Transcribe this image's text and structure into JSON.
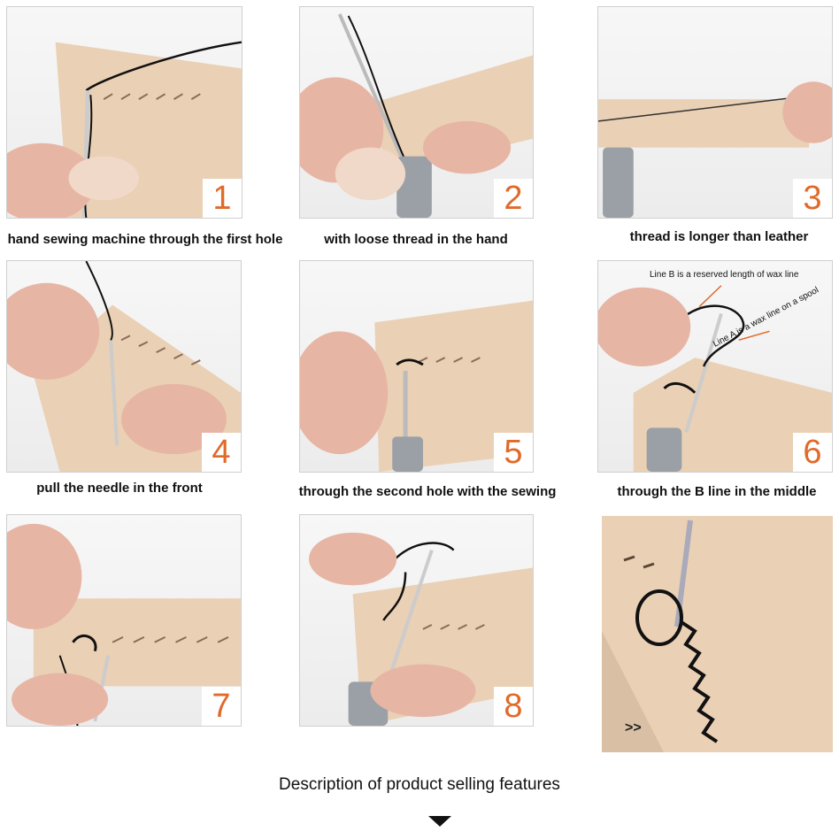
{
  "steps": [
    {
      "number": "1",
      "caption": "hand sewing machine  through the first hole"
    },
    {
      "number": "2",
      "caption": "with loose thread in the hand"
    },
    {
      "number": "3",
      "caption": "thread is longer than leather"
    },
    {
      "number": "4",
      "caption": "pull the needle in the front"
    },
    {
      "number": "5",
      "caption": "through the second hole with the sewing"
    },
    {
      "number": "6",
      "caption": "through the B line in the middle"
    },
    {
      "number": "7",
      "caption": ""
    },
    {
      "number": "8",
      "caption": ""
    }
  ],
  "annotations": {
    "line_b": "Line B is a reserved length of wax line",
    "line_a": "Line A is a wax line on a spool"
  },
  "panel9_marker": ">>",
  "footer": {
    "title": "Description of product selling features"
  },
  "colors": {
    "step_number": "#e06a2a",
    "leather": "#ead0b4",
    "thread": "#111111",
    "awl": "#9aa0a6"
  }
}
